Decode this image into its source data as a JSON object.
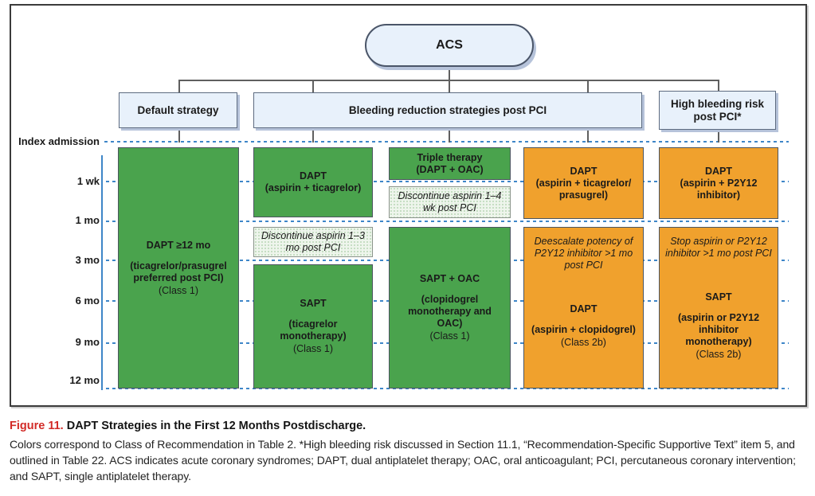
{
  "figure": {
    "root": "ACS",
    "timeline_labels": [
      "Index admission",
      "1 wk",
      "1 mo",
      "3 mo",
      "6 mo",
      "9 mo",
      "12 mo"
    ],
    "headers": {
      "default": "Default strategy",
      "bleeding": "Bleeding reduction strategies post PCI",
      "hbr": "High bleeding risk post PCI*"
    },
    "col1": {
      "box1": {
        "title": "DAPT ≥12 mo",
        "sub": "(ticagrelor/prasugrel preferred post PCI)",
        "class_label": "(Class 1)"
      }
    },
    "col2": {
      "box1": {
        "title": "DAPT",
        "sub": "(aspirin + ticagrelor)"
      },
      "note": "Discontinue aspirin 1–3 mo post PCI",
      "box2": {
        "title": "SAPT",
        "sub": "(ticagrelor monotherapy)",
        "class_label": "(Class 1)"
      }
    },
    "col3": {
      "box1": {
        "title": "Triple therapy",
        "sub": "(DAPT + OAC)"
      },
      "note": "Discontinue aspirin 1–4 wk post PCI",
      "box2": {
        "title": "SAPT + OAC",
        "sub": "(clopidogrel monotherapy and OAC)",
        "class_label": "(Class 1)"
      }
    },
    "col4": {
      "box1": {
        "title": "DAPT",
        "sub": "(aspirin + ticagrelor/ prasugrel)"
      },
      "box2": {
        "note": "Deescalate potency of P2Y12 inhibitor >1 mo post PCI",
        "title": "DAPT",
        "sub": "(aspirin + clopidogrel)",
        "class_label": "(Class 2b)"
      }
    },
    "col5": {
      "box1": {
        "title": "DAPT",
        "sub": "(aspirin + P2Y12 inhibitor)"
      },
      "box2": {
        "note": "Stop aspirin or P2Y12 inhibitor >1 mo post PCI",
        "title": "SAPT",
        "sub": "(aspirin or P2Y12 inhibitor monotherapy)",
        "class_label": "(Class 2b)"
      }
    }
  },
  "caption": {
    "figure_label": "Figure 11.",
    "title": " DAPT Strategies in the First 12 Months Postdischarge.",
    "body": "Colors correspond to Class of Recommendation in Table 2. *High bleeding risk discussed in Section 11.1, “Recommendation-Specific Supportive Text” item 5, and outlined in Table 22. ACS indicates acute coronary syndromes; DAPT, dual antiplatelet therapy; OAC, oral anticoagulant; PCI, percutaneous coronary intervention; and SAPT, single antiplatelet therapy."
  },
  "colors": {
    "class1_green": "#4aa34d",
    "class2b_orange": "#f0a12d",
    "node_blue": "#e8f1fb",
    "timeline_blue": "#3e86c8",
    "caption_red": "#d22b27"
  }
}
